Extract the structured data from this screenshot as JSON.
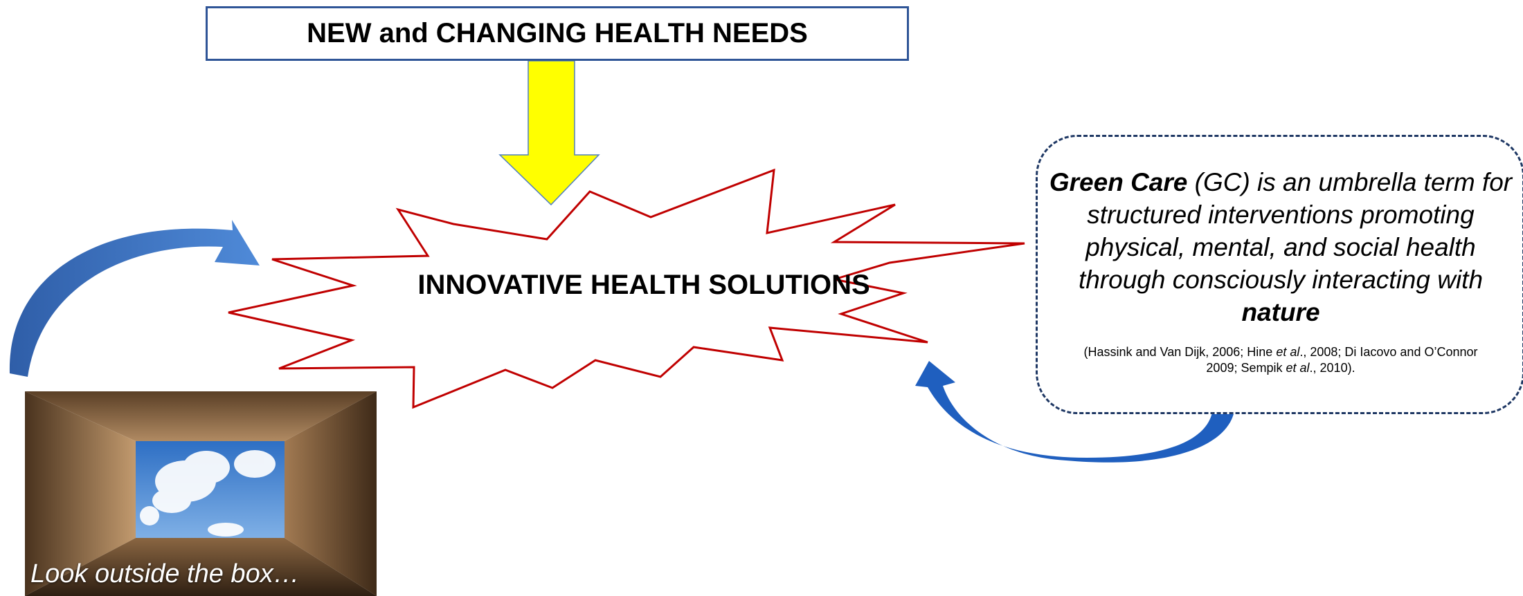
{
  "header": {
    "title": "NEW and CHANGING HEALTH NEEDS"
  },
  "center": {
    "label": "INNOVATIVE HEALTH SOLUTIONS"
  },
  "definition": {
    "term": "Green Care",
    "text_1": " (GC) is an umbrella term for structured interventions promoting physical, mental, and social health through consciously interacting with ",
    "emphasis": "nature",
    "citation": {
      "part_1": "(Hassink and Van Dijk, 2006; Hine ",
      "etal_1": "et al",
      "part_2": "., 2008; Di Iacovo and O’Connor 2009; Sempik ",
      "etal_2": "et al",
      "part_3": "., 2010)."
    }
  },
  "image": {
    "caption": "Look outside the box…"
  },
  "colors": {
    "down_arrow_fill": "#ffff00",
    "burst_stroke": "#c00000",
    "curved_arrow": "#3b72c4",
    "box_border": "#2f5597",
    "dashed_border": "#1f3864"
  }
}
